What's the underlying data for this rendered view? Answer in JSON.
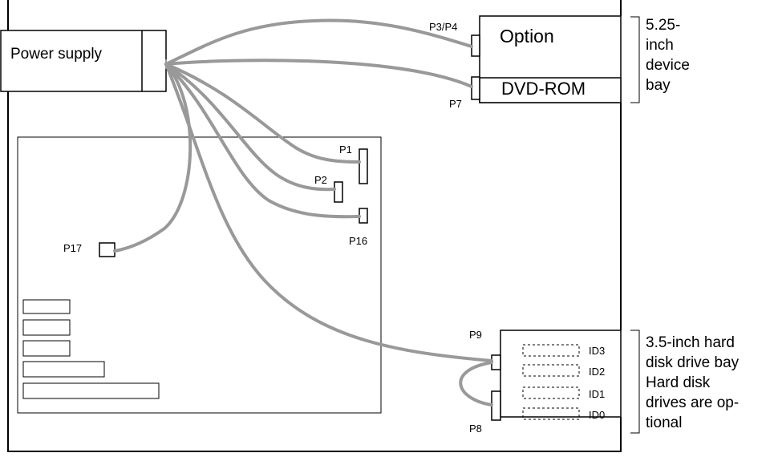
{
  "power_supply": {
    "label": "Power supply"
  },
  "bay_525": {
    "option_label": "Option",
    "dvd_label": "DVD-ROM",
    "caption_lines": [
      "5.25-",
      "inch",
      "device",
      "bay"
    ]
  },
  "bay_35": {
    "caption_lines": [
      "3.5-inch hard",
      "disk drive bay",
      "Hard disk",
      "drives are op-",
      "tional"
    ],
    "slot_labels": [
      "ID3",
      "ID2",
      "ID1",
      "ID0"
    ]
  },
  "connectors": {
    "p3p4": "P3/P4",
    "p7": "P7",
    "p1": "P1",
    "p2": "P2",
    "p16": "P16",
    "p17": "P17",
    "p9": "P9",
    "p8": "P8"
  },
  "colors": {
    "cable": "#999999",
    "line": "#000000"
  }
}
